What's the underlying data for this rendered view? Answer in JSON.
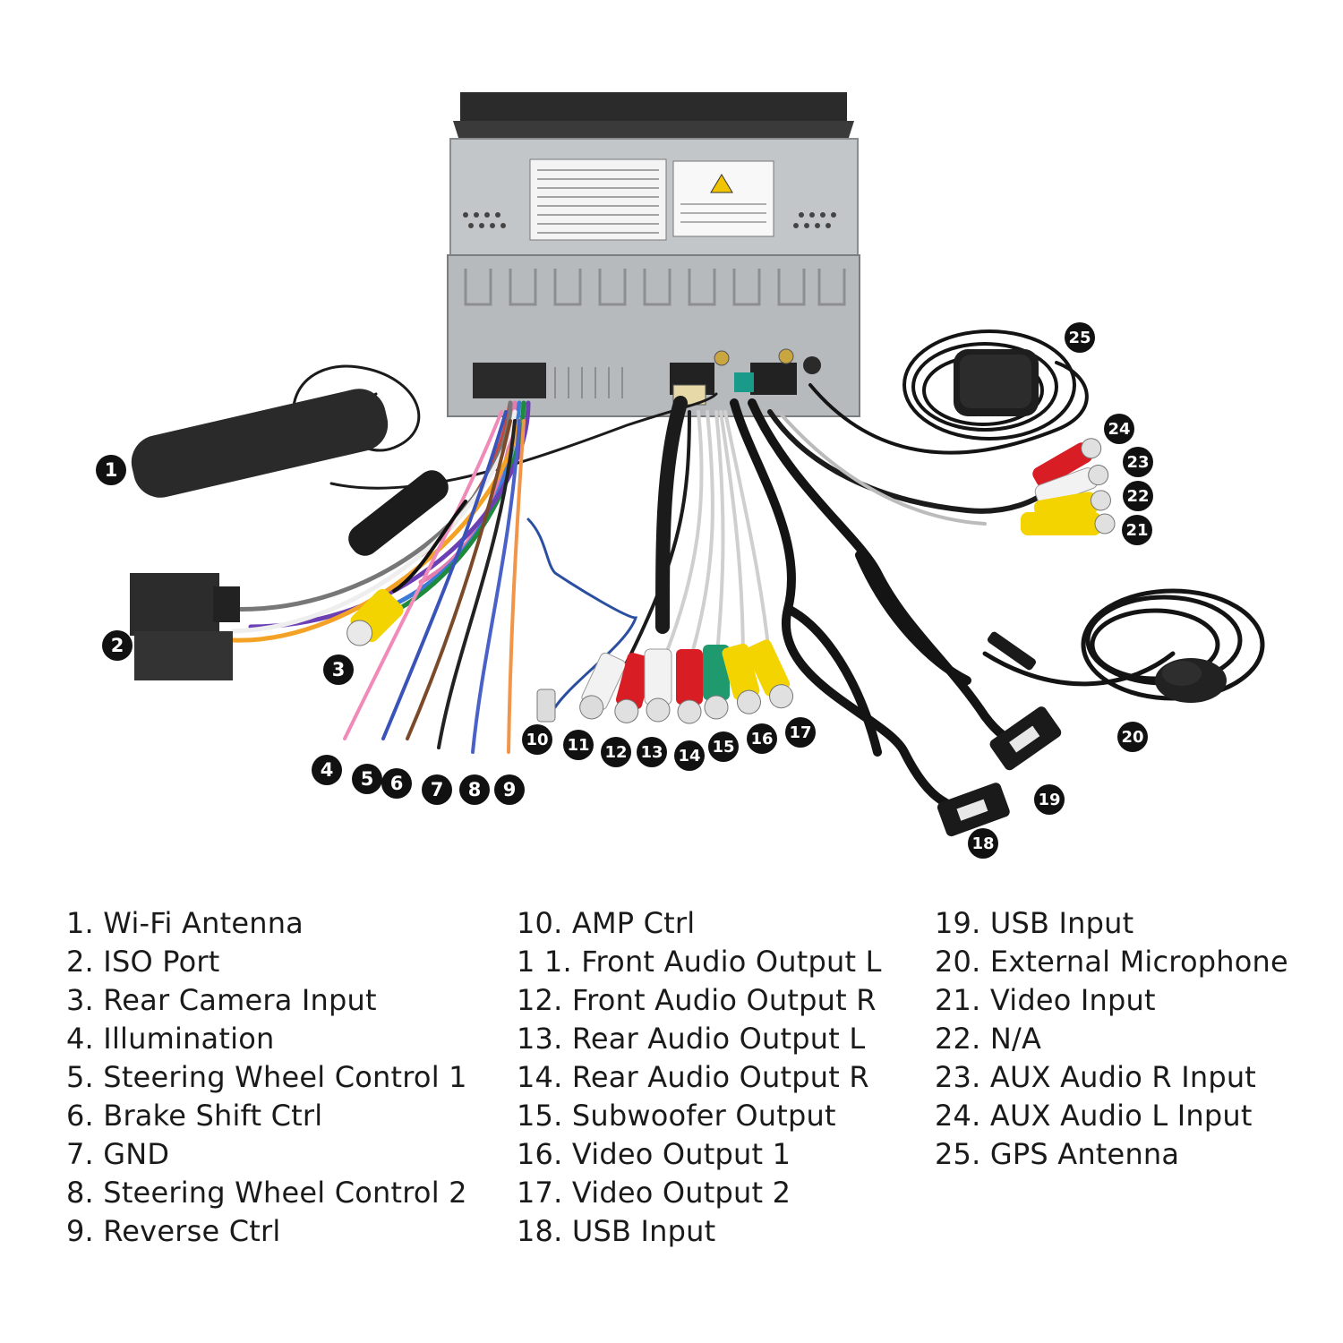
{
  "callouts": [
    "1",
    "2",
    "3",
    "4",
    "5",
    "6",
    "7",
    "8",
    "9",
    "10",
    "11",
    "12",
    "13",
    "14",
    "15",
    "16",
    "17",
    "18",
    "19",
    "20",
    "21",
    "22",
    "23",
    "24",
    "25"
  ],
  "legend": {
    "col1": [
      "1. Wi-Fi Antenna",
      "2. ISO Port",
      "3. Rear Camera Input",
      "4. Illumination",
      "5. Steering Wheel Control 1",
      "6. Brake Shift Ctrl",
      "7. GND",
      "8. Steering Wheel Control 2",
      "9. Reverse Ctrl"
    ],
    "col2": [
      "10. AMP Ctrl",
      "1 1. Front Audio Output L",
      "12. Front Audio Output R",
      "13. Rear Audio Output L",
      "14. Rear Audio Output R",
      "15. Subwoofer Output",
      "16. Video Output 1",
      "17. Video Output 2",
      "18. USB Input"
    ],
    "col3": [
      "19. USB Input",
      "20. External Microphone",
      "21. Video Input",
      "22. N/A",
      "23. AUX Audio R Input",
      "24. AUX Audio L Input",
      "25. GPS Antenna"
    ]
  },
  "colors": {
    "badge": "#111111",
    "unit_body": "#c9cccf",
    "rca_red": "#d81e24",
    "rca_white": "#f2f2f2",
    "rca_yellow": "#f3d400",
    "rca_green": "#1f9a6e",
    "cable_black": "#151515"
  }
}
